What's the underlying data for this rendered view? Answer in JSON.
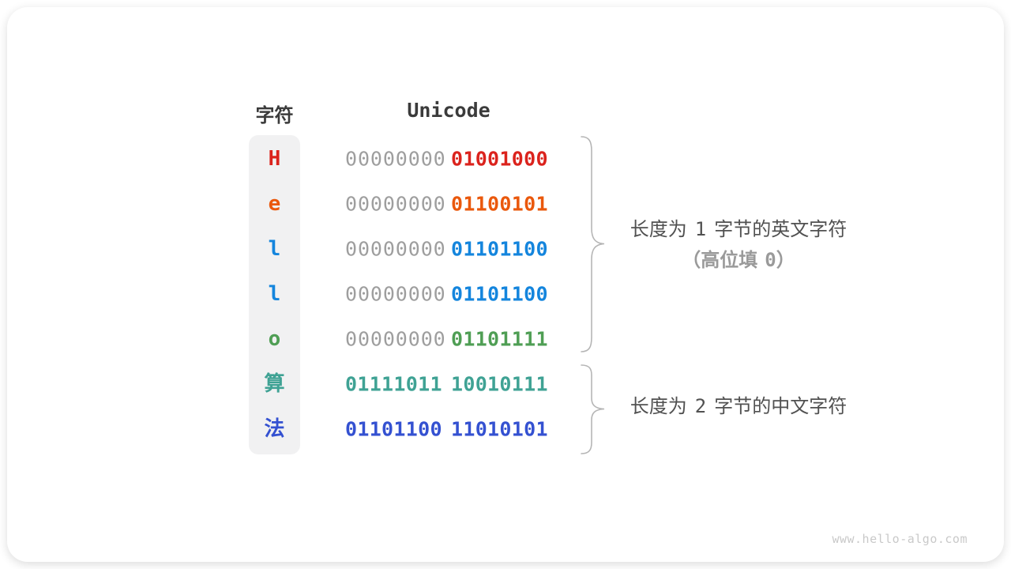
{
  "header": {
    "char_col": "字符",
    "unicode_col": "Unicode"
  },
  "rows": [
    {
      "char": "H",
      "byte1": "00000000",
      "byte2": "01001000",
      "color": "#db231d",
      "byte1_color": "#9e9e9e"
    },
    {
      "char": "e",
      "byte1": "00000000",
      "byte2": "01100101",
      "color": "#ea580c",
      "byte1_color": "#9e9e9e"
    },
    {
      "char": "l",
      "byte1": "00000000",
      "byte2": "01101100",
      "color": "#1485dd",
      "byte1_color": "#9e9e9e"
    },
    {
      "char": "l",
      "byte1": "00000000",
      "byte2": "01101100",
      "color": "#1485dd",
      "byte1_color": "#9e9e9e"
    },
    {
      "char": "o",
      "byte1": "00000000",
      "byte2": "01101111",
      "color": "#4f9e54",
      "byte1_color": "#9e9e9e"
    },
    {
      "char": "算",
      "byte1": "01111011",
      "byte2": "10010111",
      "color": "#3fa294",
      "byte1_color": "#3fa294"
    },
    {
      "char": "法",
      "byte1": "01101100",
      "byte2": "11010101",
      "color": "#3451d1",
      "byte1_color": "#3451d1"
    }
  ],
  "annotations": {
    "group1": {
      "line1_prefix": "长度为",
      "line1_num": "1",
      "line1_suffix": "字节的英文字符",
      "line2_open": "（高位填",
      "line2_zero": "0",
      "line2_close": "）"
    },
    "group2": {
      "prefix": "长度为",
      "num": "2",
      "suffix": "字节的中文字符"
    }
  },
  "watermark": "www.hello-algo.com",
  "colors": {
    "muted_byte": "#9e9e9e",
    "brace": "#b5b5b5",
    "header_text": "#3b3b3b",
    "annotation_text": "#515151",
    "annotation_muted": "#9a9a9a",
    "char_column_bg": "#f1f1f2"
  }
}
